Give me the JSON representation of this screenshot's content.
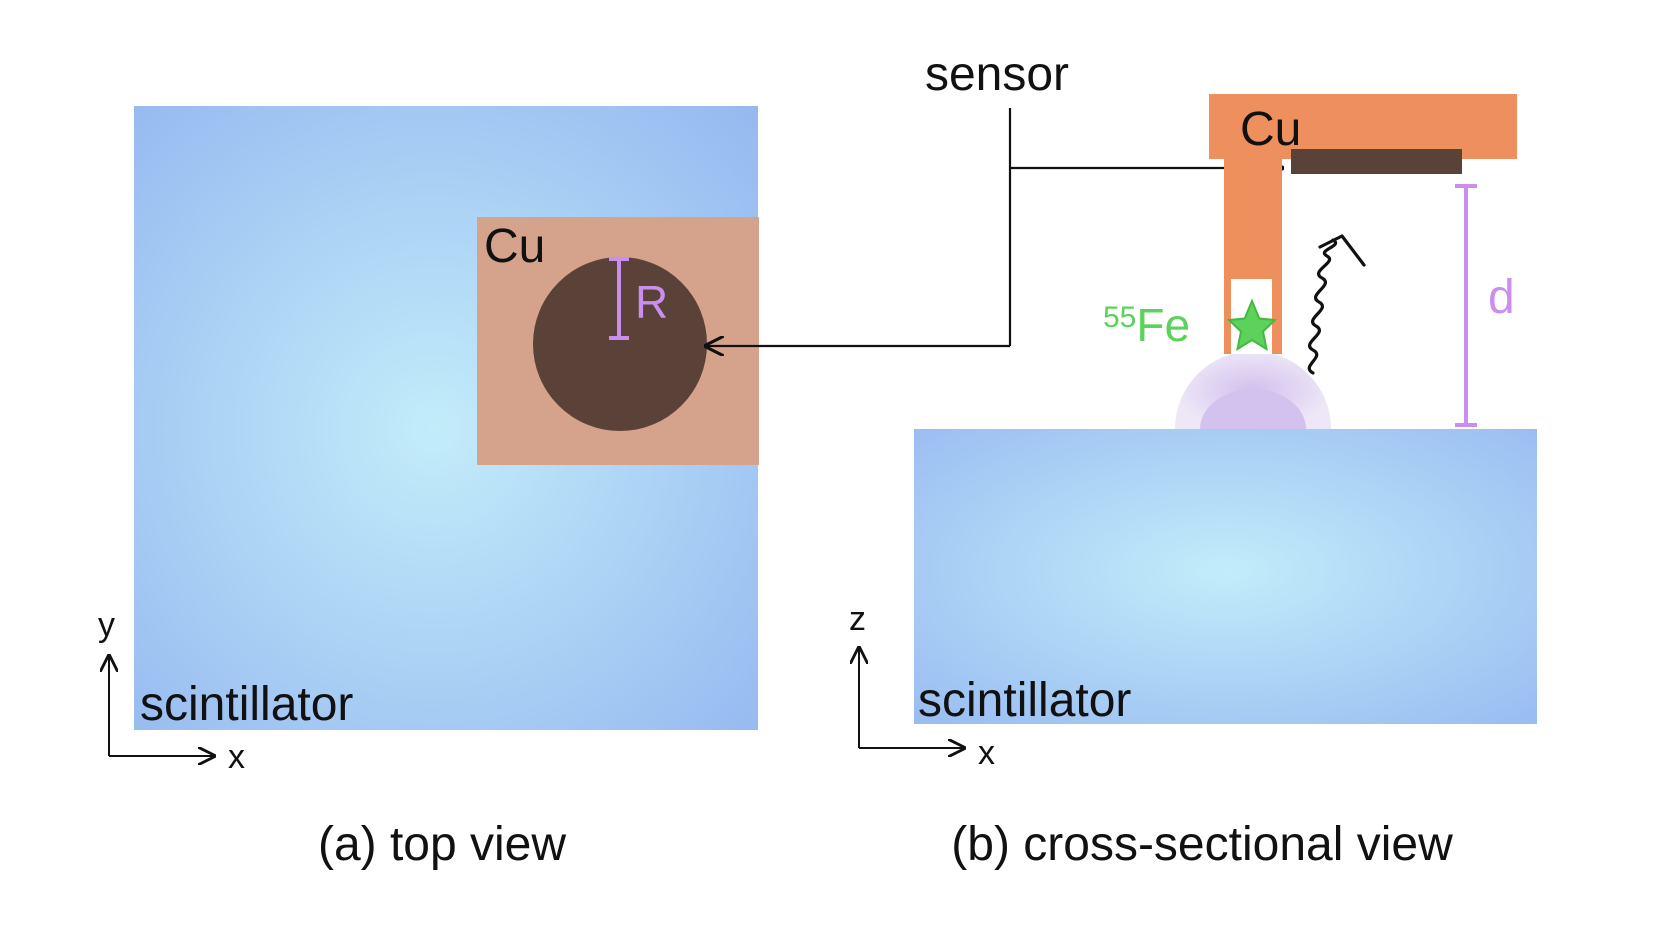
{
  "panel_a": {
    "scintillator_label": "scintillator",
    "copper_label": "Cu",
    "radius_label": "R",
    "axis_x": "x",
    "axis_y": "y",
    "caption": "(a) top view"
  },
  "panel_b": {
    "scintillator_label": "scintillator",
    "copper_label": "Cu",
    "distance_label": "d",
    "source_mass_number": "55",
    "source_element": "Fe",
    "axis_x": "x",
    "axis_z": "z",
    "caption": "(b) cross-sectional view"
  },
  "sensor_label": "sensor",
  "colors": {
    "scintillator_center": "#c3ecfa",
    "scintillator_edge": "#96b9f0",
    "copper_top_view": "#d5a28b",
    "copper_side_view": "#ee905e",
    "sensor": "#5a4238",
    "dimension": "#c98ef0",
    "source": "#5cd25a",
    "ink": "#111111"
  },
  "icons": [
    "source-star-icon",
    "photon-wavy-arrow-icon",
    "axis-arrow-icon"
  ]
}
